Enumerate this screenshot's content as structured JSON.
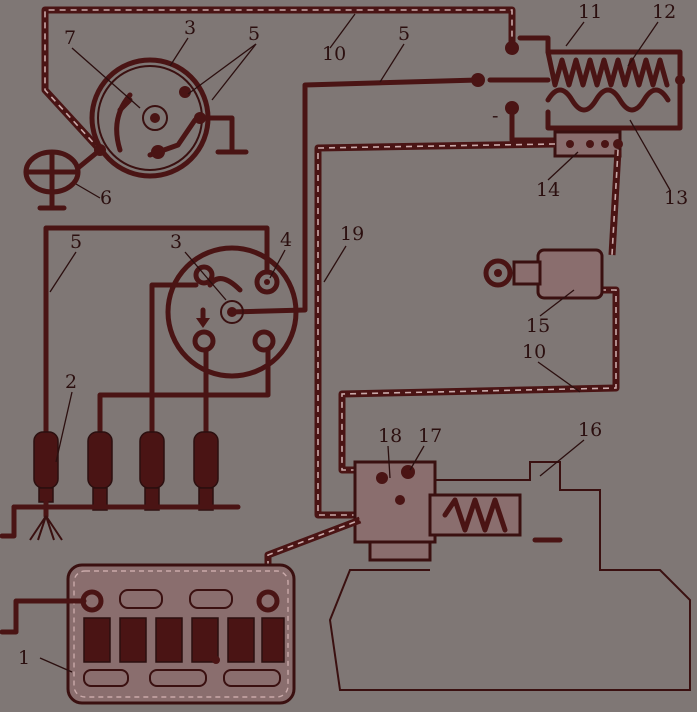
{
  "labels": {
    "battery": "1",
    "spark_plug": "2",
    "distributor_upper": "3",
    "distributor_cap": "3",
    "terminal": "4",
    "hv_wire_top": "5",
    "hv_wire_top2": "5",
    "hv_wire_left": "5",
    "condenser": "6",
    "cam": "7",
    "lv_wire_top": "10",
    "lv_wire_right": "10",
    "ballast": "11",
    "primary_coil": "12",
    "secondary_coil": "13",
    "terminal_block": "14",
    "ignition_switch": "15",
    "starter": "16",
    "starter_terminal": "17",
    "solenoid_terminal": "18",
    "wire_19": "19"
  },
  "colors": {
    "background": "#7f7775",
    "ink": "#4a1414"
  }
}
